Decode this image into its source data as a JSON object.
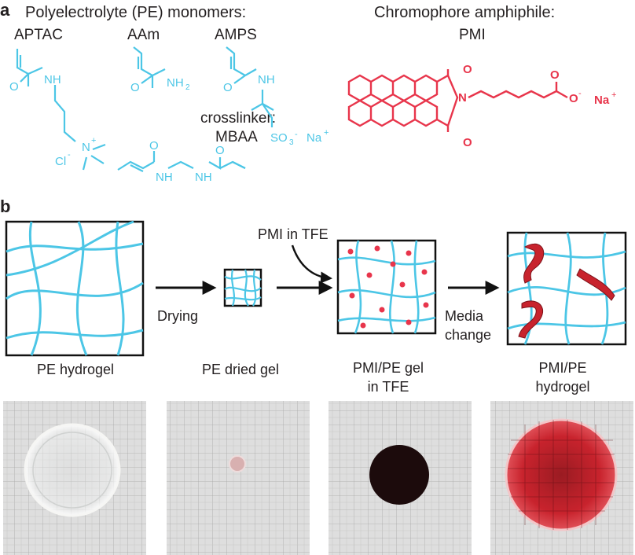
{
  "colors": {
    "monomer": "#4cc6e6",
    "chromophore": "#e8354b",
    "fiber": "#4cc6e6",
    "ribbon": "#c8232d",
    "text": "#231f20",
    "photo_bg": "#dcdcd8",
    "grid": "#a9a9a6"
  },
  "panel_a": {
    "label": "a",
    "monomers_title": "Polyelectrolyte (PE) monomers:",
    "aptac": "APTAC",
    "aam": "AAm",
    "amps": "AMPS",
    "crosslinker_title": "crosslinker:",
    "mbaa": "MBAA",
    "chromophore_title": "Chromophore amphiphile:",
    "pmi": "PMI",
    "atoms": {
      "nh": "NH",
      "h": "H",
      "o": "O",
      "n": "N",
      "nh2": "NH",
      "nh2_sub": "2",
      "cl": "Cl",
      "minus": "-",
      "nplus_n": "N",
      "plus": "+",
      "so3": "SO",
      "so3_sub": "3",
      "na": "Na",
      "omin": "O"
    }
  },
  "panel_b": {
    "label": "b",
    "arrow_drying": "Drying",
    "arrow_pmi": "PMI in TFE",
    "arrow_media_1": "Media",
    "arrow_media_2": "change",
    "caption_1": "PE hydrogel",
    "caption_2": "PE dried gel",
    "caption_3a": "PMI/PE gel",
    "caption_3b": "in TFE",
    "caption_4a": "PMI/PE",
    "caption_4b": "hydrogel"
  }
}
